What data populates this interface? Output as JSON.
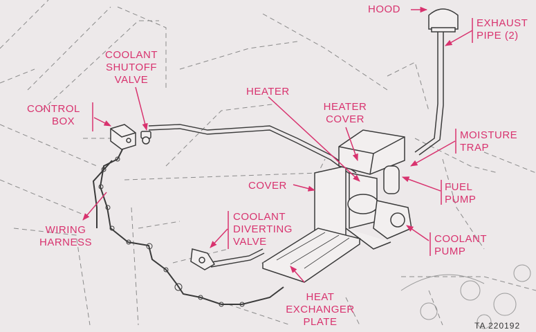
{
  "labels": {
    "hood": "HOOD",
    "exhaust_pipe": [
      "EXHAUST",
      "PIPE (2)"
    ],
    "coolant_shutoff_valve": [
      "COOLANT",
      "SHUTOFF",
      "VALVE"
    ],
    "heater": "HEATER",
    "heater_cover": [
      "HEATER",
      "COVER"
    ],
    "control_box": [
      "CONTROL",
      "BOX"
    ],
    "moisture_trap": [
      "MOISTURE",
      "TRAP"
    ],
    "cover": "COVER",
    "fuel_pump": [
      "FUEL",
      "PUMP"
    ],
    "wiring_harness": [
      "WIRING",
      "HARNESS"
    ],
    "coolant_diverting_valve": [
      "COOLANT",
      "DIVERTING",
      "VALVE"
    ],
    "coolant_pump": [
      "COOLANT",
      "PUMP"
    ],
    "heat_exchanger_plate": [
      "HEAT",
      "EXCHANGER",
      "PLATE"
    ]
  },
  "figure_code": "TA 220192",
  "colors": {
    "label": "#d8326e",
    "line_art": "#3a3a3a",
    "background": "#ede9ea",
    "ghost": "#8a8a8a"
  }
}
